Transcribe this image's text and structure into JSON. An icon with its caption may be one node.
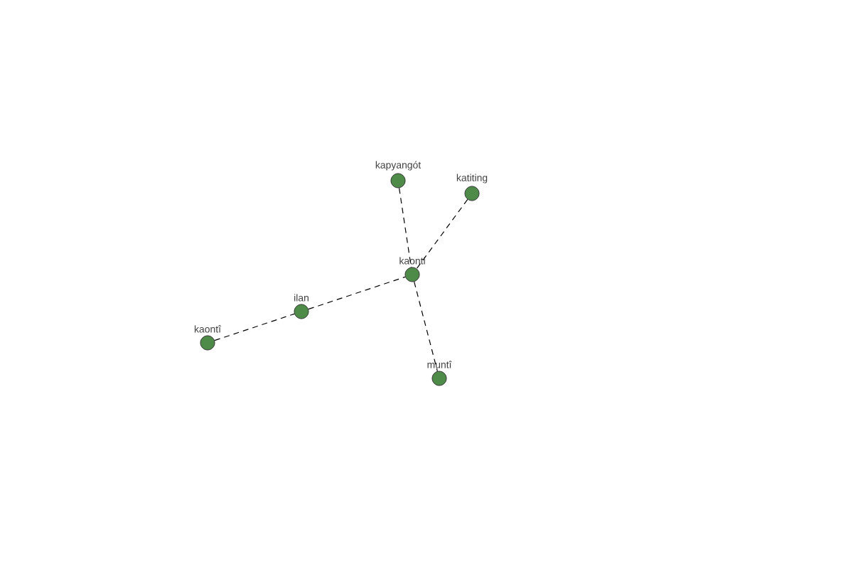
{
  "diagram": {
    "nodes": [
      {
        "text": [
          "kapyangót"
        ]
      },
      {
        "text": [
          "katiting"
        ]
      },
      {
        "text": [
          "kaonti"
        ]
      },
      {
        "text": [
          "ilan"
        ]
      },
      {
        "text": [
          "kaontî"
        ]
      },
      {
        "text": [
          "muntî"
        ]
      }
    ],
    "edges": [
      {
        "from": 0,
        "to": 2,
        "arrow": "none",
        "style": "dashed"
      },
      {
        "from": 1,
        "to": 2,
        "arrow": "none",
        "style": "dashed"
      },
      {
        "from": 3,
        "to": 2,
        "arrow": "none",
        "style": "dashed"
      },
      {
        "from": 4,
        "to": 3,
        "arrow": "none",
        "style": "dashed"
      },
      {
        "from": 2,
        "to": 5,
        "arrow": "none",
        "style": "dashed"
      }
    ]
  }
}
